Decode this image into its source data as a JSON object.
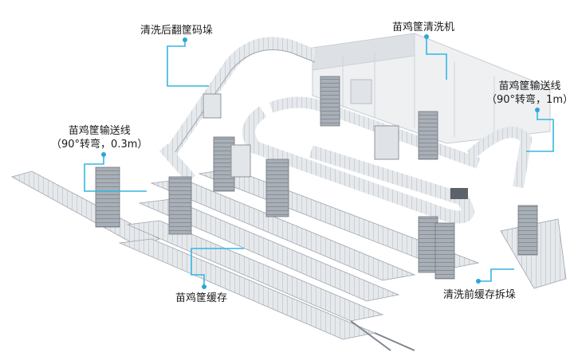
{
  "labels": {
    "flip_stack": "清洗后翻筐码垛",
    "washer": "苗鸡筐清洗机",
    "conveyor_1m": {
      "line1": "苗鸡筐输送线",
      "line2": "（90°转弯，1m）"
    },
    "conveyor_03m": {
      "line1": "苗鸡筐输送线",
      "line2": "（90°转弯，0.3m）"
    },
    "buffer": "苗鸡筐缓存",
    "pre_wash": "清洗前缓存拆垛"
  },
  "colors": {
    "callout_line": "#35b6e3",
    "callout_dot": "#2ea6d6",
    "equipment": "#c9cfd6",
    "equipment_dark": "#8d949c",
    "stack": "#9aa1a9"
  }
}
